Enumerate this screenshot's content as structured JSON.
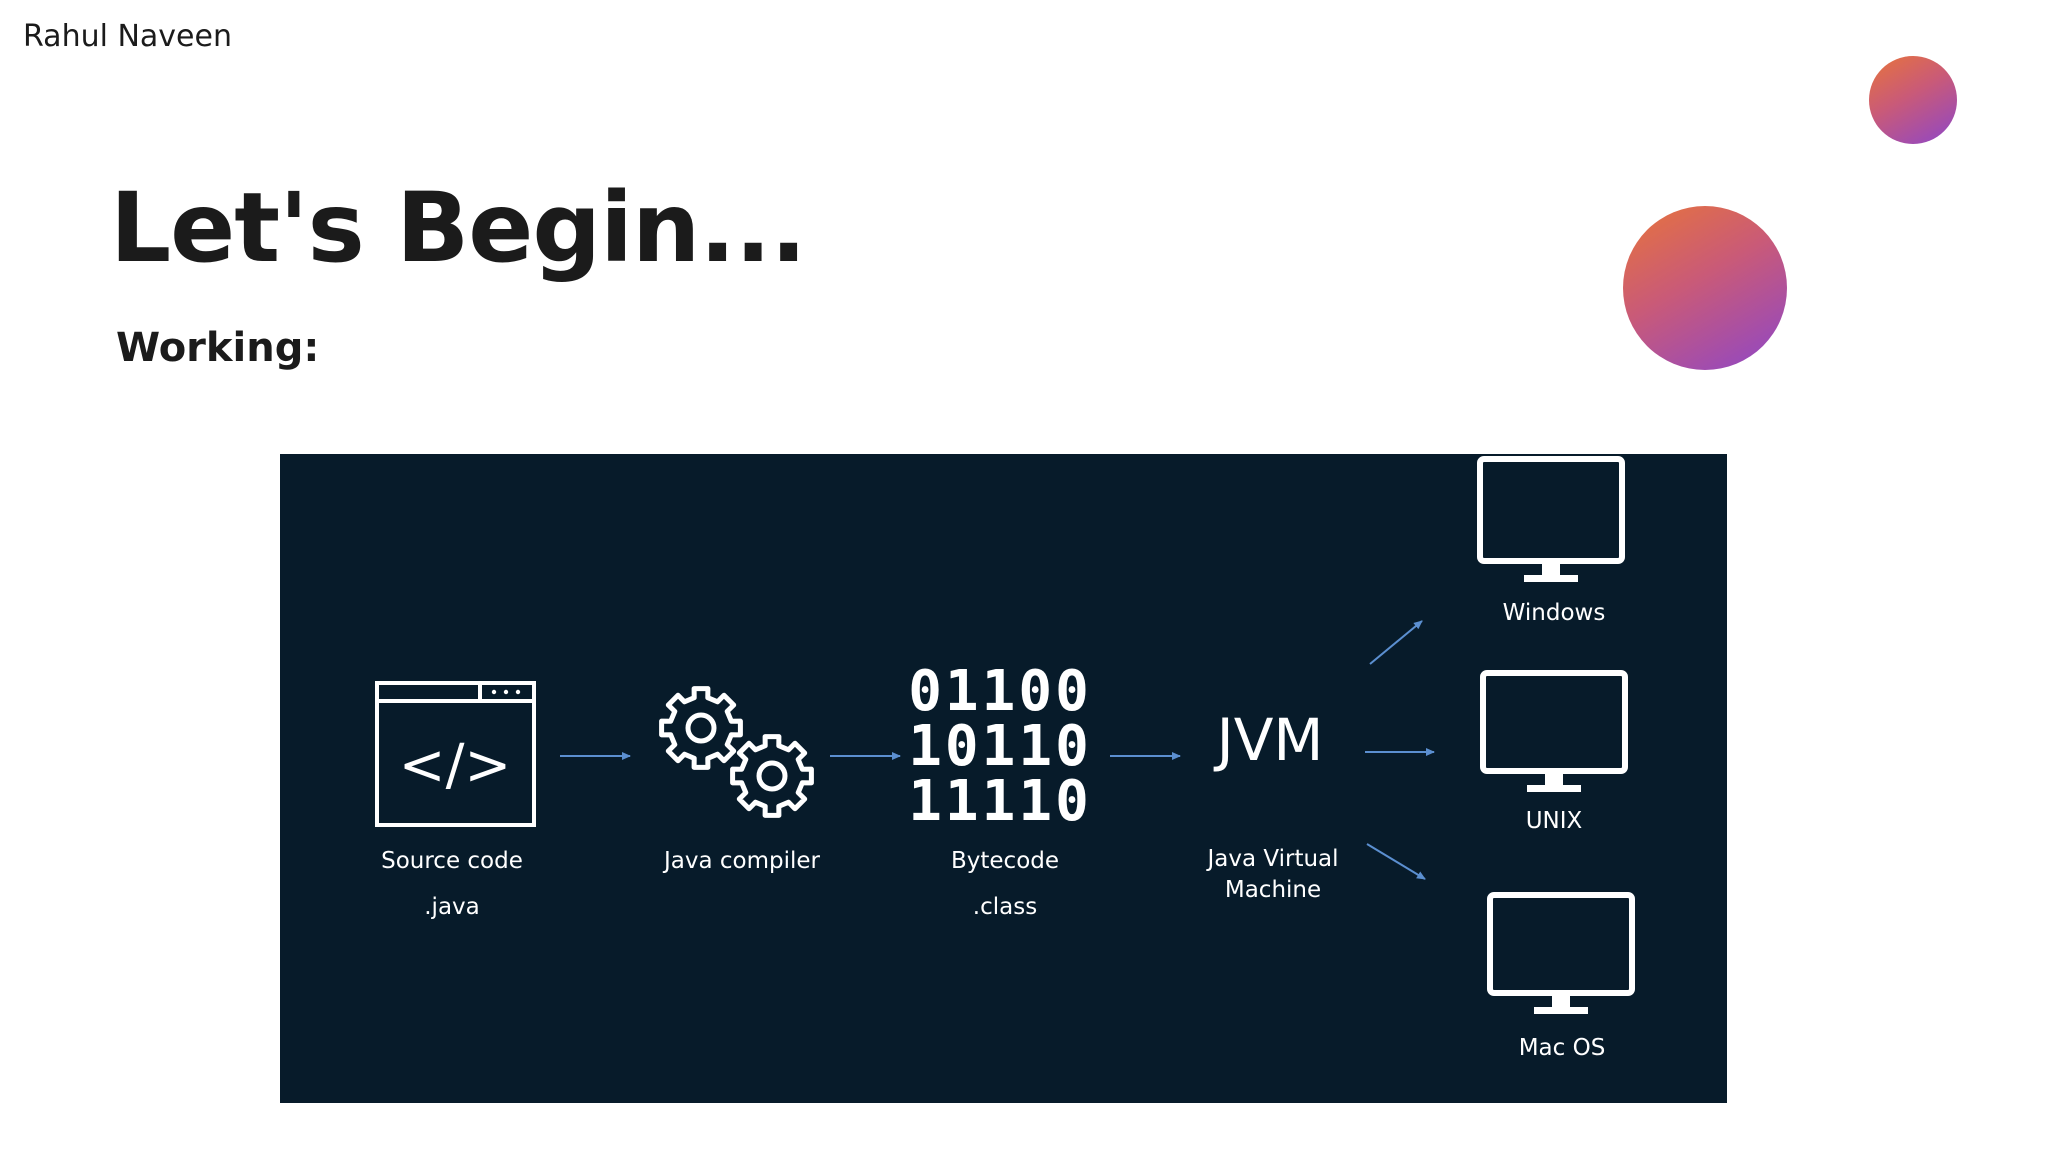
{
  "header": {
    "author": "Rahul Naveen",
    "title": "Let's Begin...",
    "subtitle": "Working:"
  },
  "colors": {
    "diagram_background": "#071b2a",
    "arrow": "#5b8fd0",
    "circle_gradient_start": "#e8743a",
    "circle_gradient_end": "#8d46c9"
  },
  "diagram": {
    "source": {
      "icon": "code-window-icon",
      "code_glyph": "</>",
      "label": "Source code",
      "ext": ".java"
    },
    "compiler": {
      "icon": "gears-icon",
      "label": "Java compiler"
    },
    "bytecode": {
      "rows": [
        "01100",
        "10110",
        "11110"
      ],
      "label": "Bytecode",
      "ext": ".class"
    },
    "jvm": {
      "title": "JVM",
      "label_line1": "Java Virtual",
      "label_line2": "Machine"
    },
    "targets": [
      {
        "icon": "monitor-icon",
        "label": "Windows"
      },
      {
        "icon": "monitor-icon",
        "label": "UNIX"
      },
      {
        "icon": "monitor-icon",
        "label": "Mac OS"
      }
    ]
  }
}
